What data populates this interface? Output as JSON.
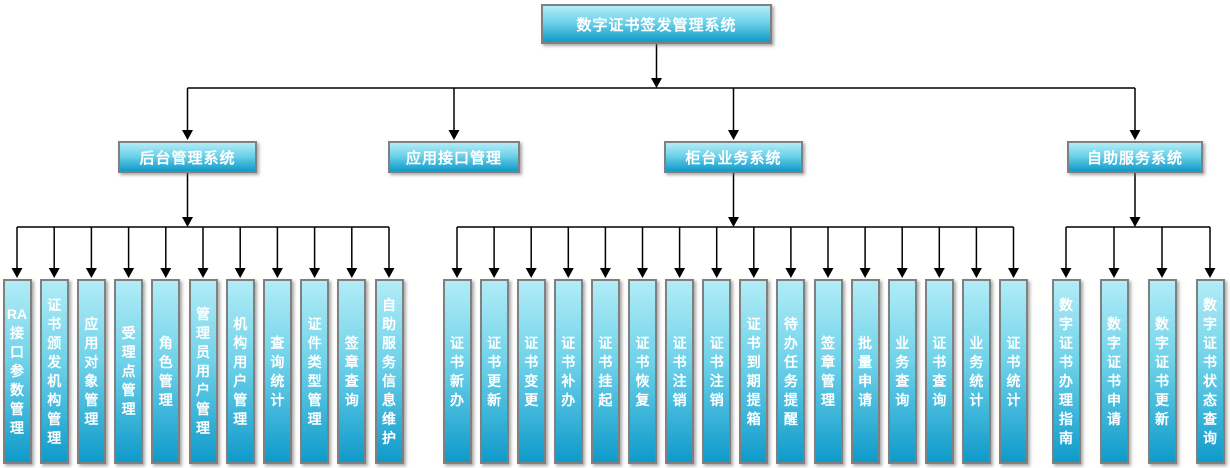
{
  "diagram": {
    "root": {
      "label": "数字证书签发管理系统"
    },
    "groups": [
      {
        "label": "后台管理系统",
        "children": [
          "RA接口参数管理",
          "证书颁发机构管理",
          "应用对象管理",
          "受理点管理",
          "角色管理",
          "管理员用户管理",
          "机构用户管理",
          "查询统计",
          "证件类型管理",
          "签章查询",
          "自助服务信息维护"
        ]
      },
      {
        "label": "应用接口管理",
        "children": []
      },
      {
        "label": "柜台业务系统",
        "children": [
          "证书新办",
          "证书更新",
          "证书变更",
          "证书补办",
          "证书挂起",
          "证书恢复",
          "证书注销",
          "证书注销",
          "证书到期提箱",
          "待办任务提醒",
          "签章管理",
          "批量申请",
          "业务查询",
          "证书查询",
          "业务统计",
          "证书统计"
        ]
      },
      {
        "label": "自助服务系统",
        "children": [
          "数字证书办理指南",
          "数字证书申请",
          "数字证书更新",
          "数字证书状态查询"
        ]
      }
    ],
    "colors": {
      "node_gradient_top": "#b2ecf7",
      "node_gradient_bottom": "#0f9aca",
      "node_border": "#808080",
      "connector": "#000000",
      "node_text": "#ffffff",
      "background": "#ffffff"
    }
  }
}
